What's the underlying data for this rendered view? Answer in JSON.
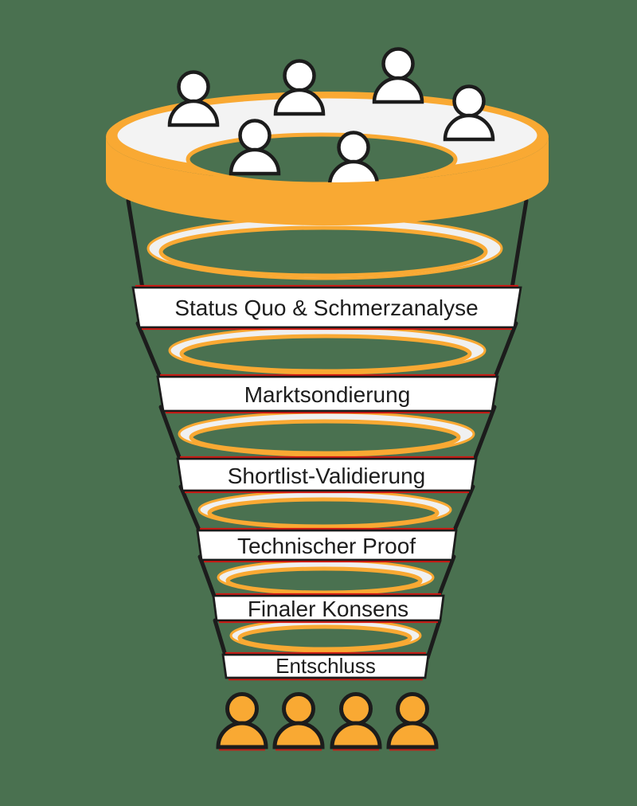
{
  "diagram": {
    "kind": "decision-funnel",
    "language_hint": "de"
  },
  "colors": {
    "background": "#4A7150",
    "funnel_orange": "#F9A933",
    "surface_gray": "#F3F3F3",
    "stage_band_fill": "#FFFFFF",
    "outline_black": "#1C1C1C",
    "accent_red": "#D31510",
    "stage_text": "#1D1D1D"
  },
  "funnel": {
    "stages": [
      {
        "label": "Status Quo & Schmerzanalyse"
      },
      {
        "label": "Marktsondierung"
      },
      {
        "label": "Shortlist-Validierung"
      },
      {
        "label": "Technischer Proof"
      },
      {
        "label": "Finaler Konsens"
      },
      {
        "label": "Entschluss"
      }
    ]
  },
  "participants_top": {
    "icon": "person-icon",
    "count": 6,
    "style": "white-outlined"
  },
  "participants_bottom": {
    "icon": "person-icon",
    "count": 4,
    "style": "orange-filled"
  },
  "chart_data": {
    "type": "funnel",
    "orientation": "top-to-bottom",
    "categories": [
      "Status Quo & Schmerzanalyse",
      "Marktsondierung",
      "Shortlist-Validierung",
      "Technischer Proof",
      "Finaler Konsens",
      "Entschluss"
    ],
    "legend": "none",
    "grid": false
  }
}
